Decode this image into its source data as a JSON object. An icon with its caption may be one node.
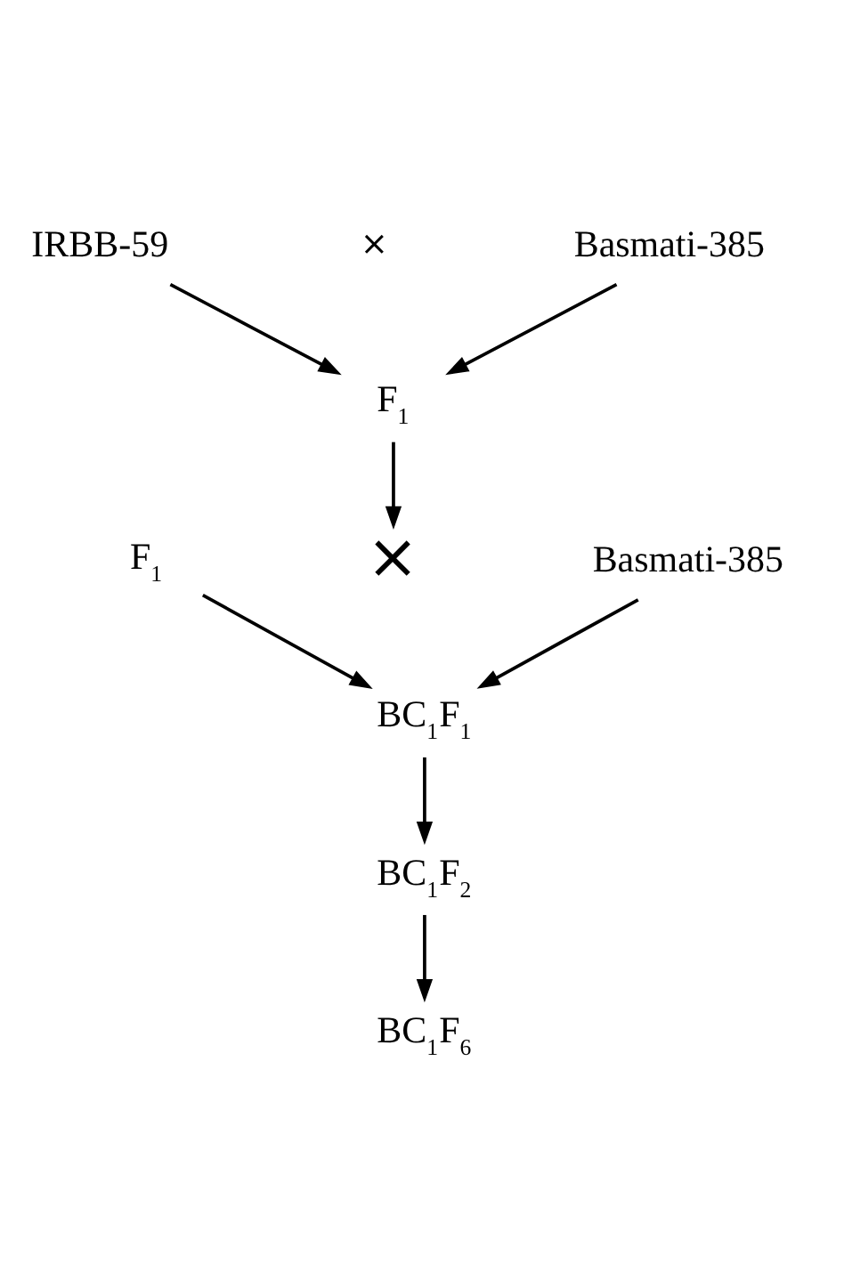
{
  "diagram": {
    "nodes": [
      {
        "text": [
          "IRBB-59"
        ]
      },
      {
        "text": [
          "Basmati-385"
        ]
      },
      {
        "text": [
          "F$_{1}$"
        ]
      },
      {
        "text": [
          "×"
        ]
      },
      {
        "text": [
          "F$_{1}$"
        ]
      },
      {
        "text": [
          "Basmati-385"
        ]
      },
      {
        "text": [
          "BC$_{1}$F$_{1}$"
        ]
      },
      {
        "text": [
          "BC$_{1}$F$_{2}$"
        ]
      },
      {
        "text": [
          "BC$_{1}$F$_{6}$"
        ]
      }
    ],
    "edges": [
      {
        "from": 0,
        "to": 2,
        "arrow": "to"
      },
      {
        "from": 1,
        "to": 2,
        "arrow": "to"
      },
      {
        "from": 2,
        "to": 3,
        "arrow": "to"
      },
      {
        "from": 4,
        "to": 6,
        "arrow": "to"
      },
      {
        "from": 5,
        "to": 6,
        "arrow": "to"
      },
      {
        "from": 6,
        "to": 7,
        "arrow": "to"
      },
      {
        "from": 7,
        "to": 8,
        "arrow": "to"
      }
    ],
    "labels": [
      "×"
    ]
  }
}
